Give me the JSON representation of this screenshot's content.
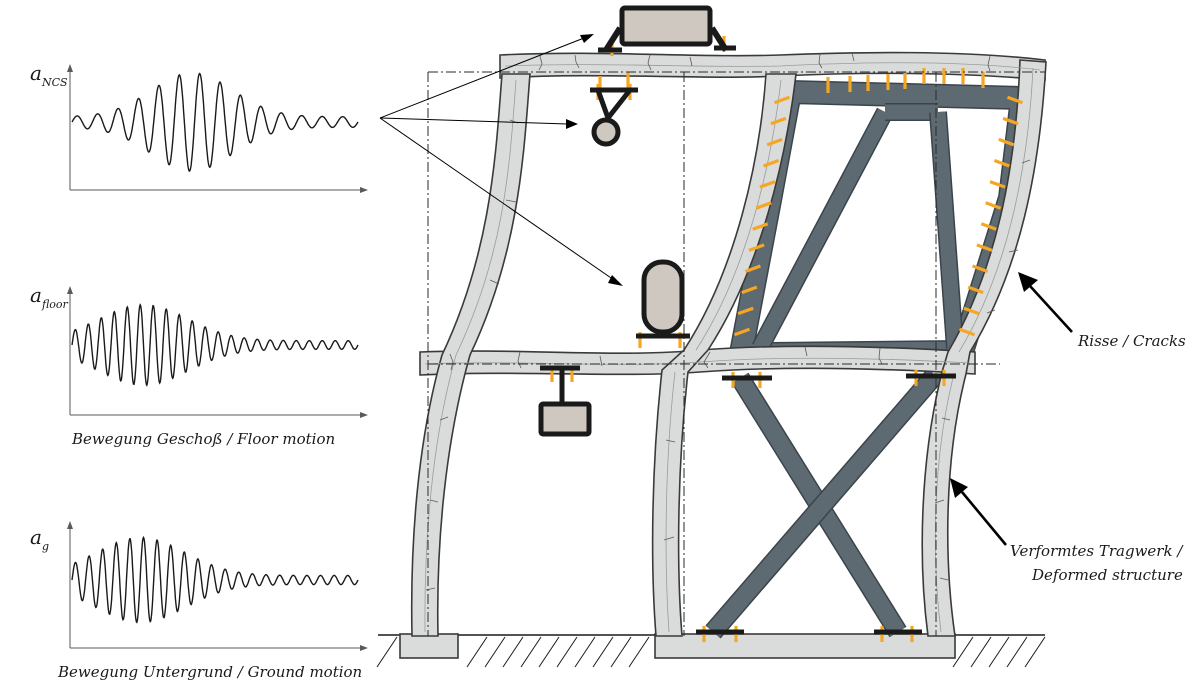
{
  "labels": {
    "ncs_symbol": "a",
    "ncs_subscript": "NCS",
    "floor_symbol": "a",
    "floor_subscript": "floor",
    "ground_symbol": "a",
    "ground_subscript": "g",
    "floor_motion": "Bewegung Geschoß / Floor motion",
    "ground_motion": "Bewegung Untergrund / Ground motion",
    "cracks": "Risse / Cracks",
    "deformed_line1": "Verformtes Tragwerk /",
    "deformed_line2": "Deformed structure"
  },
  "colors": {
    "concrete": "#d9dcdb",
    "steel_brace": "#5e6a72",
    "anchor": "#f5a623",
    "equipment_fill": "#cfc8c0",
    "outline": "#1a1a1a"
  }
}
